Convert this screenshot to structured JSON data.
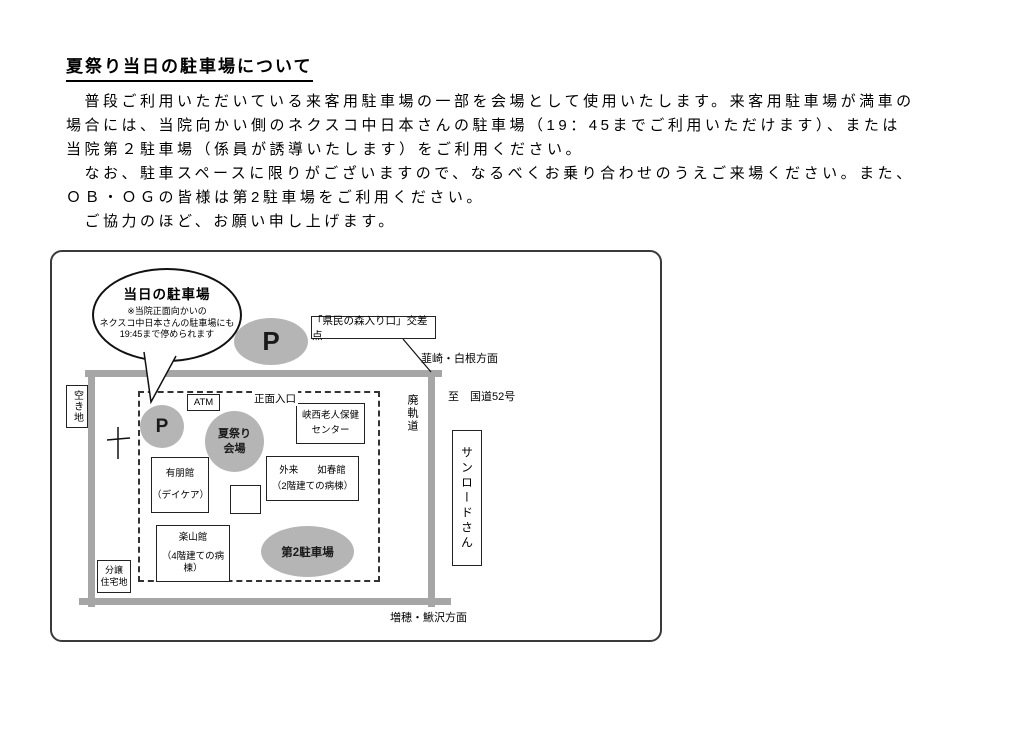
{
  "page": {
    "title": "夏祭り当日の駐車場について",
    "paragraphs": [
      "　普段ご利用いただいている来客用駐車場の一部を会場として使用いたします。来客用駐車場が満車の場合には、当院向かい側のネクスコ中日本さんの駐車場（19：45までご利用いただけます）、または当院第２駐車場（係員が誘導いたします）をご利用ください。",
      "　なお、駐車スペースに限りがございますので、なるべくお乗り合わせのうえご来場ください。また、ＯＢ・ＯＧの皆様は第2駐車場をご利用ください。",
      "　ご協力のほど、お願い申し上げます。"
    ]
  },
  "map": {
    "bubble": {
      "title": "当日の駐車場",
      "note_line1": "※当院正面向かいの",
      "note_line2": "ネクスコ中日本さんの駐車場にも",
      "note_line3": "19:45まで停められます"
    },
    "large_parking_symbol": "P",
    "small_parking_symbol": "P",
    "intersection_label": "「県民の森入り口」交差点",
    "direction_northeast": "韮崎・白根方面",
    "route_52": "至　国道52号",
    "abandoned_track": "廃軌道",
    "sunroad_shop": "サンロードさん",
    "vacant_lot": "空き地",
    "atm": "ATM",
    "main_entrance": "正面入口",
    "festival_venue": {
      "line1": "夏祭り",
      "line2": "会場"
    },
    "kyosai_center": {
      "line1": "峡西老人保健",
      "line2": "センター"
    },
    "yuho_building": {
      "line1": "有朋館",
      "line2": "（デイケア）"
    },
    "outpatient_building": {
      "line1": "外来　　如春館",
      "line2": "（2階建ての病棟）"
    },
    "rakuzan_building": {
      "line1": "楽山館",
      "line2": "（4階建ての病棟）"
    },
    "second_parking": "第2駐車場",
    "housing_area": {
      "line1": "分譲",
      "line2": "住宅地"
    },
    "direction_south": "増穂・鰍沢方面"
  }
}
